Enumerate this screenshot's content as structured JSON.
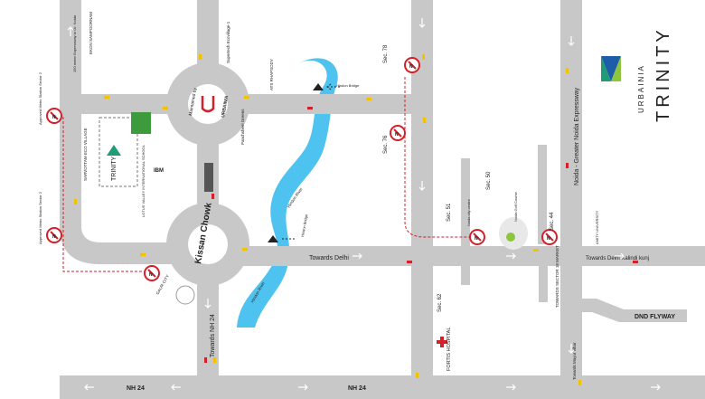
{
  "brand": {
    "name": "TRINITY",
    "sub": "URBAINIA",
    "logo_colors": [
      "#1f9c77",
      "#1e5ea8",
      "#8cc63f"
    ]
  },
  "roads": {
    "nh24": "NH 24",
    "towards_nh24": "Towards NH 24",
    "towards_delhi": "Towards Delhi",
    "towards_delhi_kalindi": "Towards Delhi Kalindi kunj",
    "noida_expressway": "Noida - Greater Noida Expressway",
    "dnd_flyway": "DND FLYWAY",
    "towards_sector_18": "TOWARDS SECTOR 18 MARKET",
    "towards_mayur_vihar": "Towards Mayur vihar",
    "expressway_150": "150 meter Expressway to Gr. Noida"
  },
  "places": {
    "kissan_chowk": "Kissan Chowk",
    "roundabout_top": "Maintained by",
    "roundabout_top_brand": "URBAINIA",
    "ibm": "IBM",
    "lotus_valley": "LOTUS VALLEY INTERNATIONAL SCHOOL",
    "supertech": "Supertech Ecovillage-1",
    "ats": "ATS RHAPSODY",
    "panchsheel": "Panchsheel Greens",
    "sarvottam": "SARVOTTAM ECO VILLAGE",
    "ekon": "EKON SAMPOORNAM",
    "gaur_city": "GAUR CITY",
    "fortis": "FORTIS HOSPITAL",
    "noida_city_centre": "Noida city centre",
    "noida_golf": "Noida Golf Course",
    "amity": "AMITY UNIVERSITY",
    "hindon_river": "Hindon River",
    "hindon_bridge": "Hindon Bridge",
    "metro_approved": "Approved Metro Station Sector 2"
  },
  "sectors": {
    "s78": "Sec. 78",
    "s76": "Sec. 76",
    "s51": "Sec. 51",
    "s50": "Sec. 50",
    "s62": "Sec. 62",
    "s44": "Sec. 44"
  },
  "colors": {
    "road": "#c8c8c8",
    "river": "#4fc3f0",
    "metro_red": "#d4202a",
    "park": "#3d9a3d"
  },
  "icons": {
    "metro": "metro-icon",
    "hospital": "hospital-cross-icon",
    "car": "car-icon",
    "arrow": "direction-arrow-icon"
  }
}
